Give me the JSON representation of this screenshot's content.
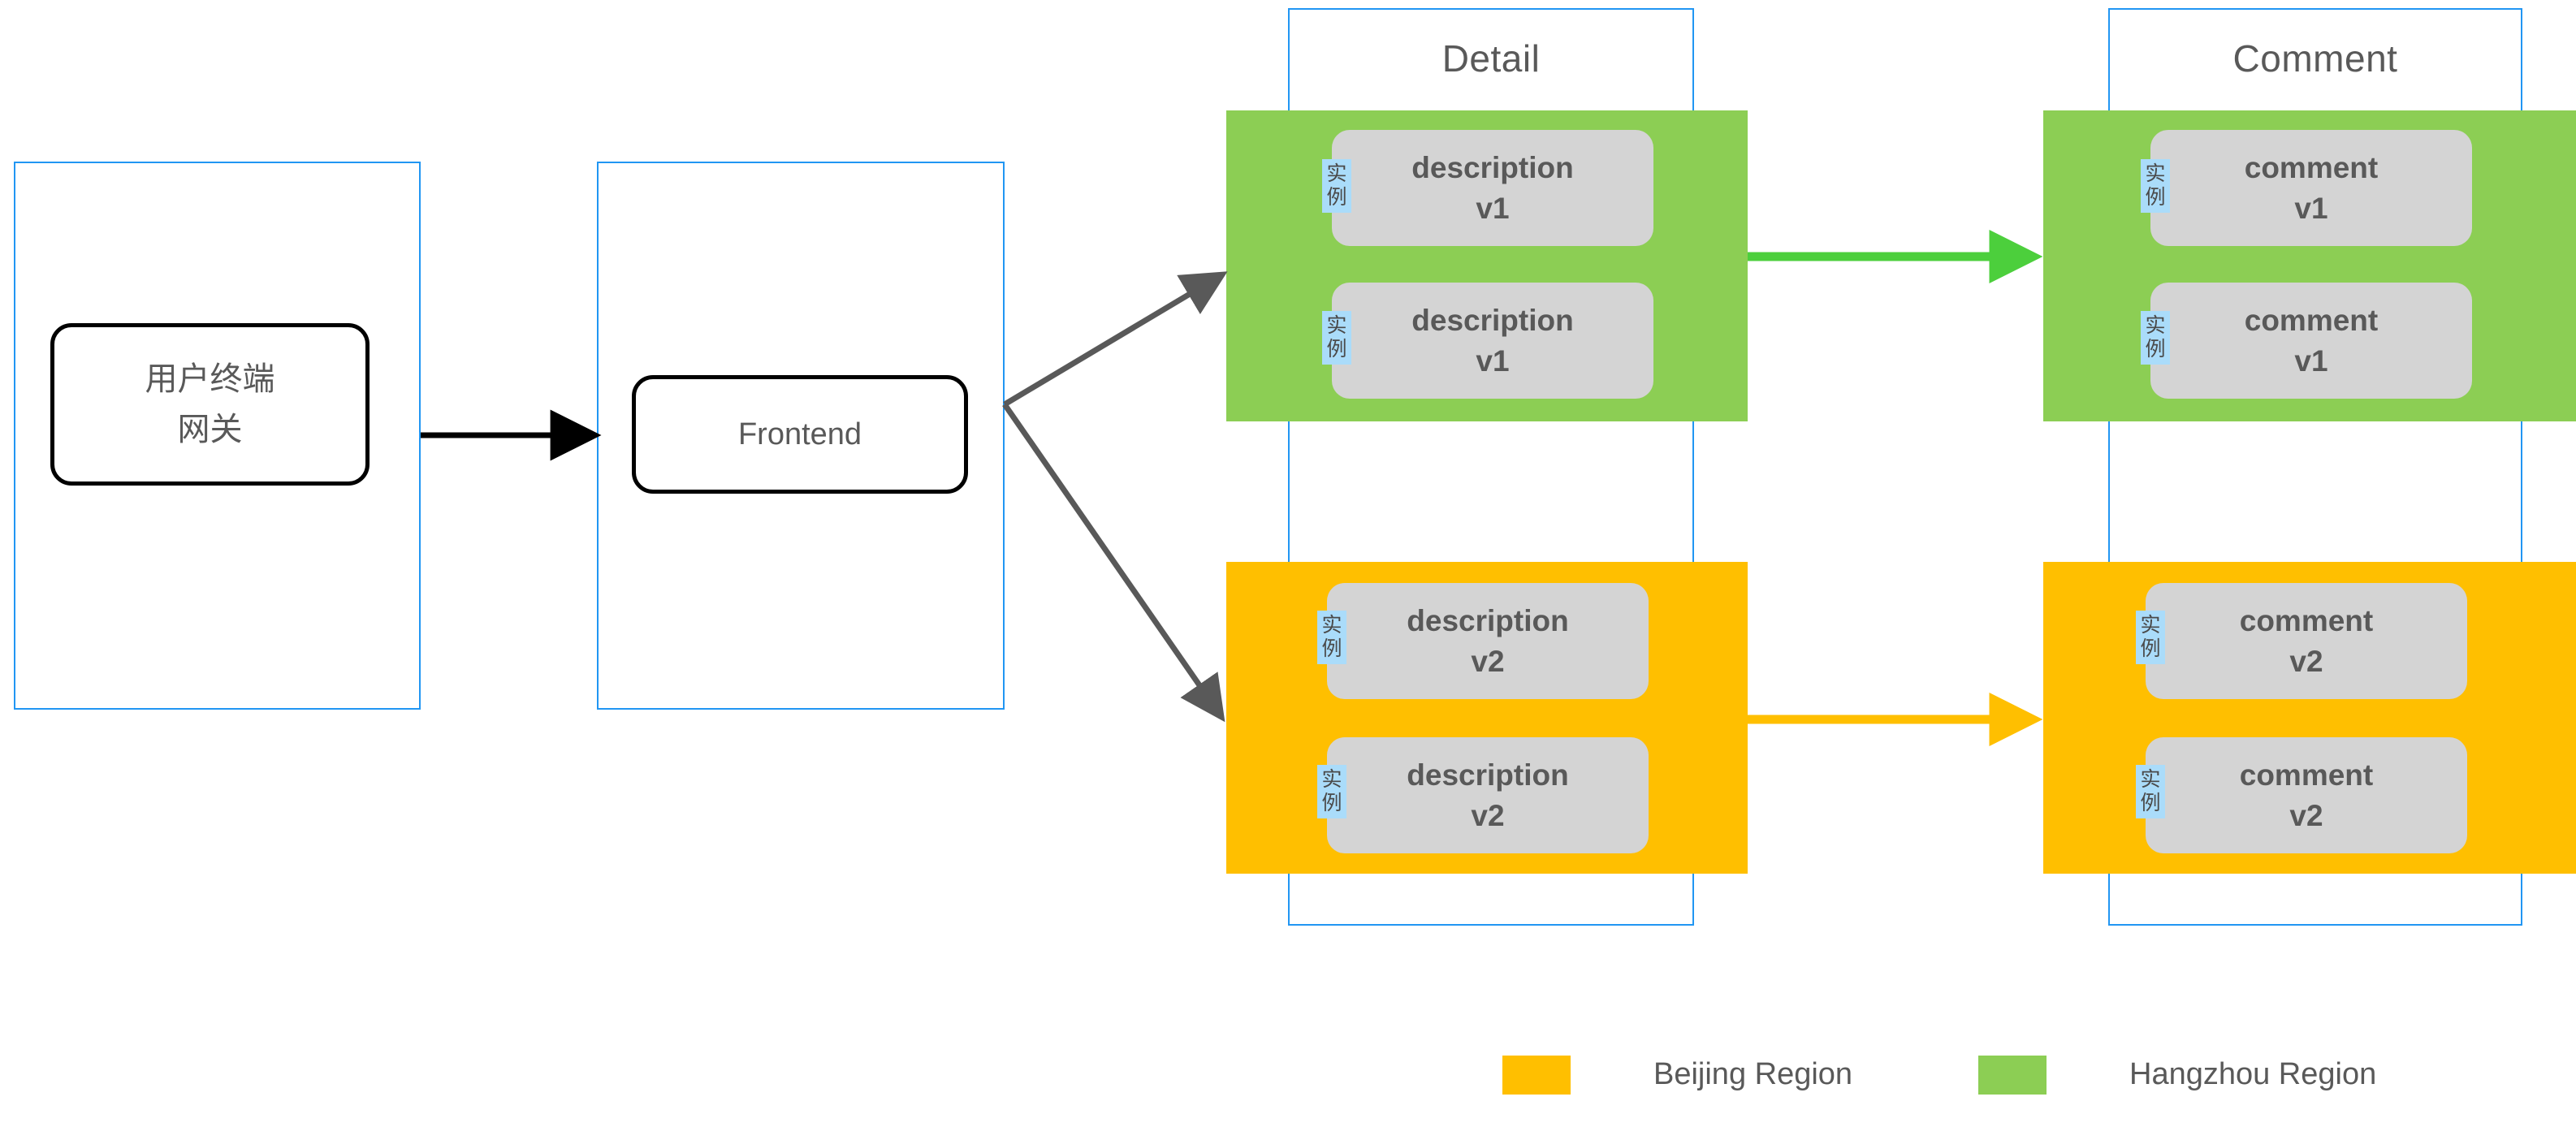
{
  "diagram": {
    "title_detail": "Detail",
    "title_comment": "Comment",
    "client_node": {
      "line1": "用户终端",
      "line2": "网关"
    },
    "frontend_node": {
      "label": "Frontend"
    },
    "badge": {
      "char1": "实",
      "char2": "例"
    },
    "detail": {
      "hangzhou_cards": [
        {
          "line1": "description",
          "line2": "v1"
        },
        {
          "line1": "description",
          "line2": "v1"
        }
      ],
      "beijing_cards": [
        {
          "line1": "description",
          "line2": "v2"
        },
        {
          "line1": "description",
          "line2": "v2"
        }
      ]
    },
    "comment": {
      "hangzhou_cards": [
        {
          "line1": "comment",
          "line2": "v1"
        },
        {
          "line1": "comment",
          "line2": "v1"
        }
      ],
      "beijing_cards": [
        {
          "line1": "comment",
          "line2": "v2"
        },
        {
          "line1": "comment",
          "line2": "v2"
        }
      ]
    },
    "legend": [
      {
        "label": "Beijing Region",
        "color": "#FFBF00"
      },
      {
        "label": "Hangzhou Region",
        "color": "#8CCE54"
      }
    ],
    "colors": {
      "hangzhou_band": "#8CCE54",
      "beijing_band": "#FFBF00",
      "hangzhou_arrow": "#4CCF3C",
      "beijing_arrow": "#FFBF00",
      "container_outline": "#2196F3",
      "flow_arrow": "#595959",
      "client_arrow": "#000000",
      "card_fill": "#D4D4D4",
      "badge_fill": "#AADCFA",
      "text": "#595959"
    }
  }
}
